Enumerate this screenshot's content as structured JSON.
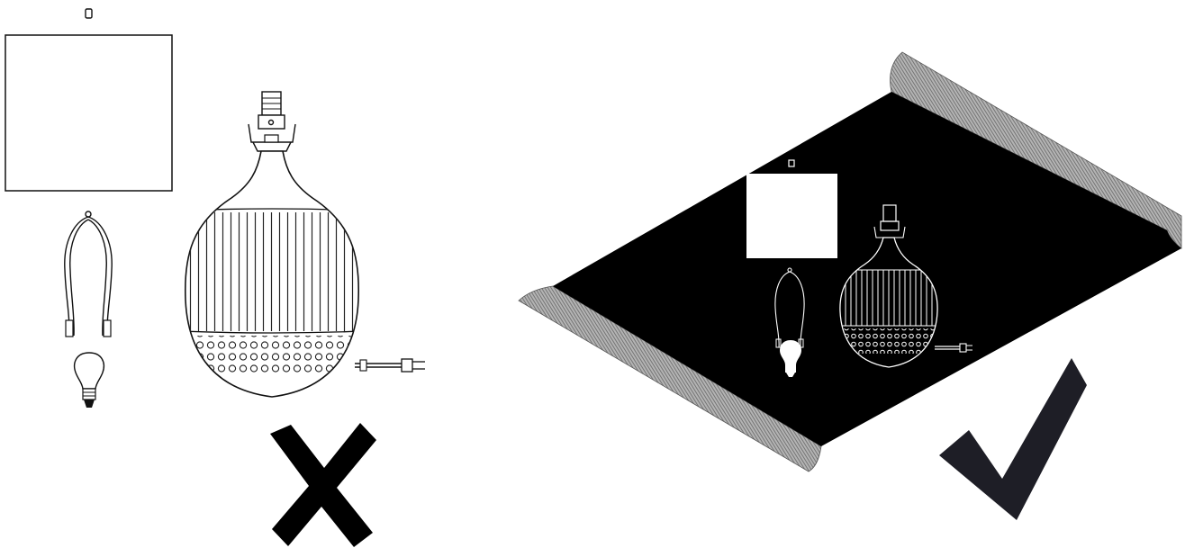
{
  "panels": [
    {
      "id": "incorrect",
      "components": [
        "shade-icon",
        "harp-icon",
        "bulb-icon",
        "lamp-base-icon",
        "power-cord-icon"
      ],
      "surface": "none",
      "verdict_icon": "cross-mark-icon",
      "verdict_color": "#000000"
    },
    {
      "id": "correct",
      "components": [
        "shade-icon",
        "harp-icon",
        "bulb-icon",
        "lamp-base-icon",
        "power-cord-icon"
      ],
      "surface": "dark-mat-icon",
      "surface_color": "#000000",
      "surface_edge_color": "#9a9a9a",
      "verdict_icon": "check-mark-icon",
      "verdict_color": "#1e1e26"
    }
  ]
}
